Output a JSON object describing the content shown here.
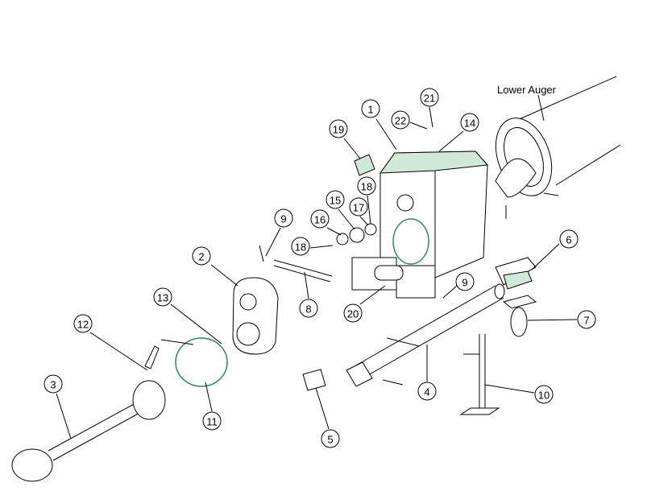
{
  "diagram": {
    "annotation_label": "Lower Auger",
    "callouts": [
      "1",
      "21",
      "22",
      "14",
      "19",
      "18",
      "15",
      "17",
      "16",
      "18",
      "9",
      "9",
      "2",
      "8",
      "20",
      "6",
      "7",
      "13",
      "12",
      "4",
      "10",
      "3",
      "11",
      "5"
    ]
  }
}
